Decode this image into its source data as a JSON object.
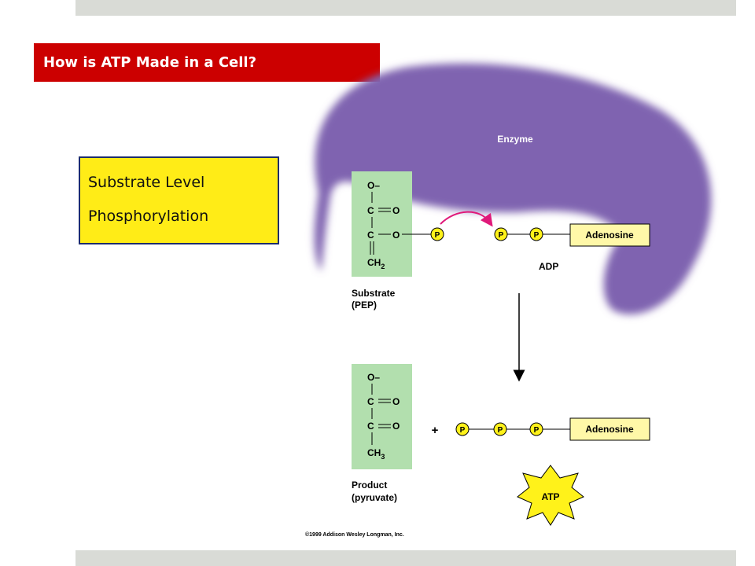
{
  "slide": {
    "title": "How is ATP Made in a Cell?",
    "note_line1": "Substrate Level",
    "note_line2": "Phosphorylation"
  },
  "diagram": {
    "enzyme_label": "Enzyme",
    "substrate": {
      "atoms": [
        "O–",
        "C",
        "O",
        "C",
        "O",
        "CH2"
      ],
      "label_line1": "Substrate",
      "label_line2": "(PEP)"
    },
    "phosphate_symbol": "P",
    "adenosine_label": "Adenosine",
    "adp_label": "ADP",
    "product": {
      "atoms": [
        "O–",
        "C",
        "O",
        "C",
        "O",
        "CH3"
      ],
      "label_line1": "Product",
      "label_line2": "(pyruvate)"
    },
    "plus_sign": "+",
    "atp_label": "ATP",
    "copyright": "©1999 Addison Wesley Longman, Inc."
  },
  "colors": {
    "title_bg": "#cc0000",
    "note_bg": "#ffec17",
    "enzyme": "#7f64b0",
    "substrate_box": "#b2dfae",
    "adenosine_box": "#fff8a8",
    "atp_star": "#fff21a",
    "arrow_magenta": "#e0197a"
  }
}
